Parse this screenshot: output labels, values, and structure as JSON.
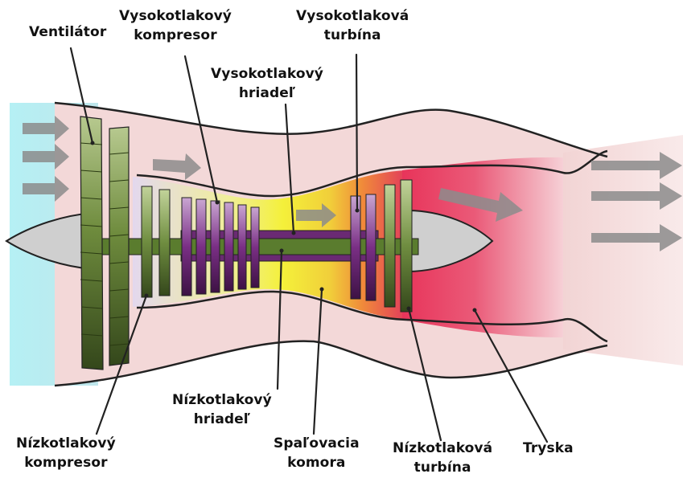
{
  "labels": {
    "fan": [
      "Ventilátor"
    ],
    "hp_compressor": [
      "Vysokotlakový",
      "kompresor"
    ],
    "hp_turbine": [
      "Vysokotlaková",
      "turbína"
    ],
    "hp_shaft": [
      "Vysokotlakový",
      "hriadeľ"
    ],
    "lp_shaft": [
      "Nízkotlakový",
      "hriadeľ"
    ],
    "lp_compressor": [
      "Nízkotlakový",
      "kompresor"
    ],
    "combustion_chamber": [
      "Spaľovacia",
      "komora"
    ],
    "lp_turbine": [
      "Nízkotlaková",
      "turbína"
    ],
    "nozzle": [
      "Tryska"
    ]
  },
  "colors": {
    "intake": "#a8eaf0",
    "bypass": "#f2d4d4",
    "fan_blade": "#3f5a22",
    "lp_compressor_blade": "#6b8a3a",
    "hp_compressor_blade": "#6a2a73",
    "combustion": "#f2ec3a",
    "exhaust": "#e63c5a",
    "spinner": "#cfcfcf",
    "arrow": "#8c8c8c",
    "outline": "#222222"
  }
}
